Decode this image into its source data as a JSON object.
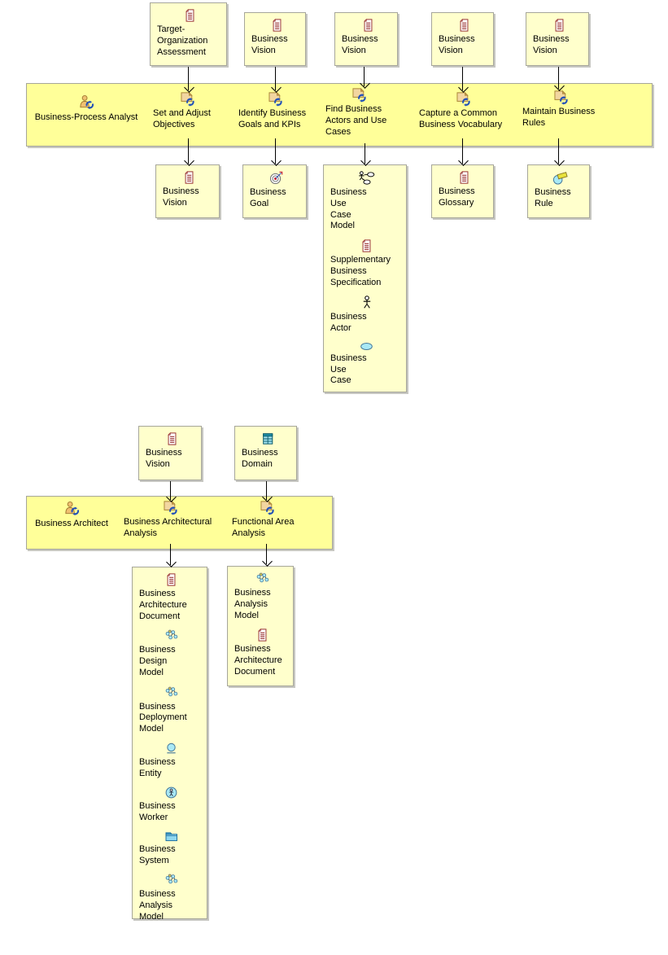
{
  "colors": {
    "workproduct_fill": "#ffffcc",
    "band_fill": "#ffff99",
    "border": "#a6a69a",
    "arrow": "#000000",
    "doc_icon_red": "#993333",
    "cyan_fill": "#a9e9f5",
    "badge_blue": "#2050b8"
  },
  "s1": {
    "role": {
      "label": "Business-Process Analyst",
      "icon": "role-icon"
    },
    "inputs": [
      {
        "label": "Target-\nOrganization\nAssessment",
        "icon": "document-icon"
      },
      {
        "label": "Business\nVision",
        "icon": "document-icon"
      },
      {
        "label": "Business\nVision",
        "icon": "document-icon"
      },
      {
        "label": "Business\nVision",
        "icon": "document-icon"
      },
      {
        "label": "Business\nVision",
        "icon": "document-icon"
      }
    ],
    "tasks": [
      {
        "label": "Set and Adjust\nObjectives",
        "icon": "task-icon"
      },
      {
        "label": "Identify Business\nGoals and KPIs",
        "icon": "task-icon"
      },
      {
        "label": "Find Business\nActors and Use\nCases",
        "icon": "task-icon"
      },
      {
        "label": "Capture a Common\nBusiness Vocabulary",
        "icon": "task-icon"
      },
      {
        "label": "Maintain Business\nRules",
        "icon": "task-icon"
      }
    ],
    "outputs": [
      {
        "items": [
          {
            "label": "Business\nVision",
            "icon": "document-icon"
          }
        ]
      },
      {
        "items": [
          {
            "label": "Business\nGoal",
            "icon": "goal-icon"
          }
        ]
      },
      {
        "items": [
          {
            "label": "Business\nUse\nCase\nModel",
            "icon": "use-case-model-icon"
          },
          {
            "label": "Supplementary\nBusiness\nSpecification",
            "icon": "document-icon"
          },
          {
            "label": "Business\nActor",
            "icon": "actor-icon"
          },
          {
            "label": "Business\nUse\nCase",
            "icon": "use-case-icon"
          }
        ]
      },
      {
        "items": [
          {
            "label": "Business\nGlossary",
            "icon": "document-icon"
          }
        ]
      },
      {
        "items": [
          {
            "label": "Business\nRule",
            "icon": "rule-icon"
          }
        ]
      }
    ]
  },
  "s2": {
    "role": {
      "label": "Business Architect",
      "icon": "role-icon"
    },
    "inputs": [
      {
        "label": "Business\nVision",
        "icon": "document-icon"
      },
      {
        "label": "Business\nDomain",
        "icon": "domain-icon"
      }
    ],
    "tasks": [
      {
        "label": "Business Architectural\nAnalysis",
        "icon": "task-icon"
      },
      {
        "label": "Functional Area\nAnalysis",
        "icon": "task-icon"
      }
    ],
    "outputs": [
      {
        "items": [
          {
            "label": "Business\nArchitecture\nDocument",
            "icon": "document-icon"
          },
          {
            "label": "Business\nDesign\nModel",
            "icon": "model-icon"
          },
          {
            "label": "Business\nDeployment\nModel",
            "icon": "model-icon"
          },
          {
            "label": "Business\nEntity",
            "icon": "entity-icon"
          },
          {
            "label": "Business\nWorker",
            "icon": "worker-icon"
          },
          {
            "label": "Business\nSystem",
            "icon": "system-icon"
          },
          {
            "label": "Business\nAnalysis\nModel",
            "icon": "model-icon"
          }
        ]
      },
      {
        "items": [
          {
            "label": "Business\nAnalysis\nModel",
            "icon": "model-icon"
          },
          {
            "label": "Business\nArchitecture\nDocument",
            "icon": "document-icon"
          }
        ]
      }
    ]
  }
}
